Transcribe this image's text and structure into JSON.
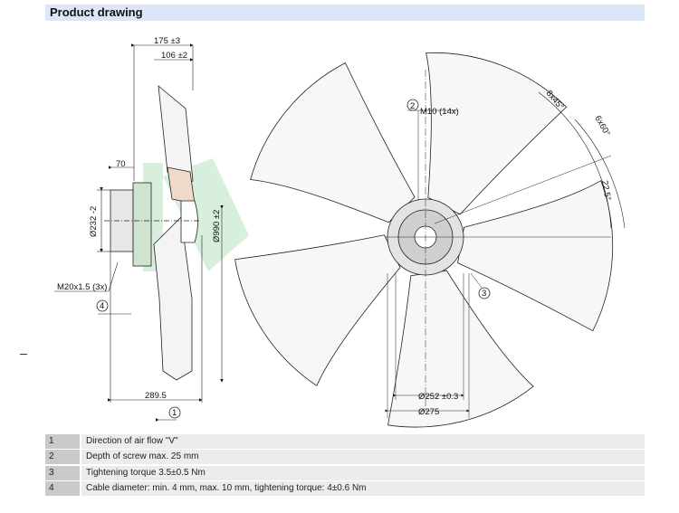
{
  "header": {
    "title": "Product drawing"
  },
  "side_view": {
    "dim_overall_depth": "175 ±3",
    "dim_depth_106": "106 ±2",
    "dim_70": "70",
    "dim_motor_dia": "Ø232 -2",
    "dim_fan_dia": "Ø990 ±2",
    "dim_length": "289.5",
    "cable_gland": "M20x1.5 (3x)",
    "callout_4": "4",
    "callout_1": "1"
  },
  "front_view": {
    "callout_2": "2",
    "thread": "M10 (14x)",
    "angle_8x45": "8x45°",
    "angle_6x60": "6x60°",
    "angle_22_5": "22.5°",
    "callout_3": "3",
    "dia_252": "Ø252 ±0.3",
    "dia_275": "Ø275"
  },
  "legend": [
    {
      "num": "1",
      "text": "Direction of air flow \"V\""
    },
    {
      "num": "2",
      "text": "Depth of screw max. 25 mm"
    },
    {
      "num": "3",
      "text": "Tightening torque 3.5±0.5 Nm"
    },
    {
      "num": "4",
      "text": "Cable diameter: min. 4 mm, max. 10 mm, tightening torque: 4±0.6 Nm"
    }
  ]
}
